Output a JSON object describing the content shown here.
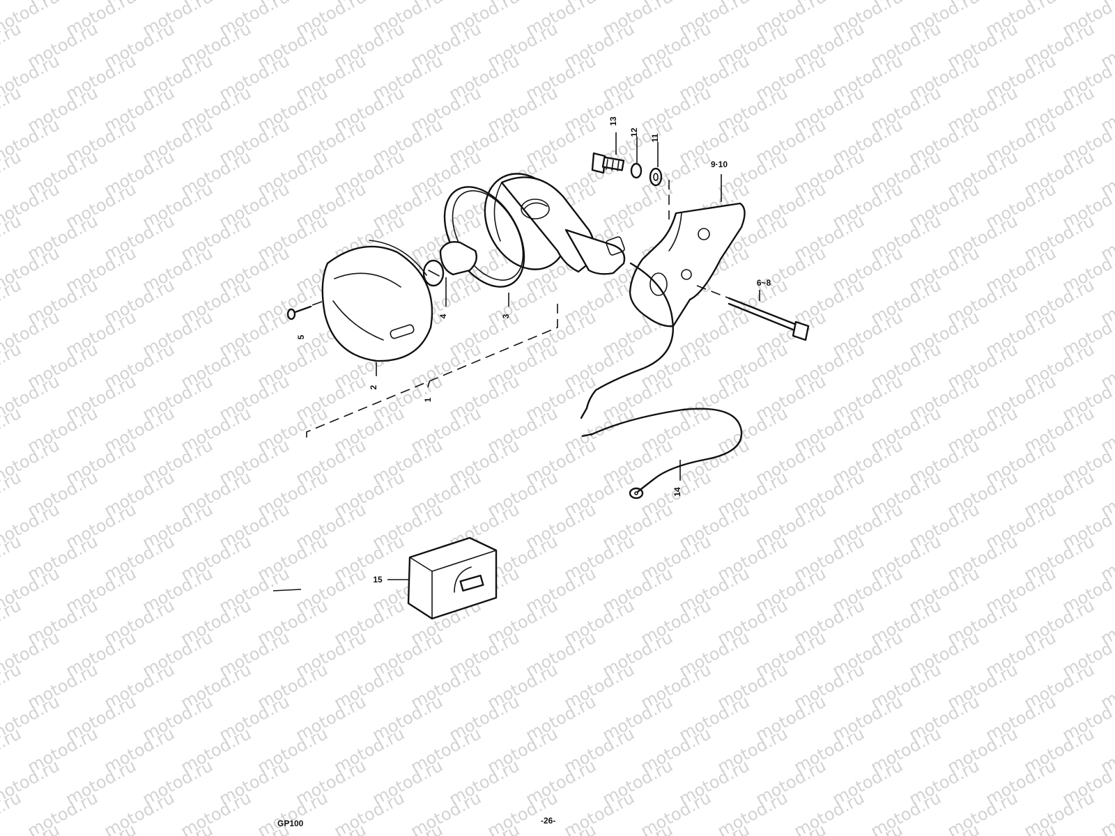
{
  "watermark": "motod.ru",
  "diagram": {
    "part_labels": {
      "p1": "1",
      "p2": "2",
      "p3": "3",
      "p4": "4",
      "p5": "5",
      "p6_8": "6~8",
      "p9_10": "9·10",
      "p11": "11",
      "p12": "12",
      "p13": "13",
      "p14": "14",
      "p15": "15"
    },
    "footer": {
      "model": "GP100",
      "page_number": "-26-"
    }
  }
}
